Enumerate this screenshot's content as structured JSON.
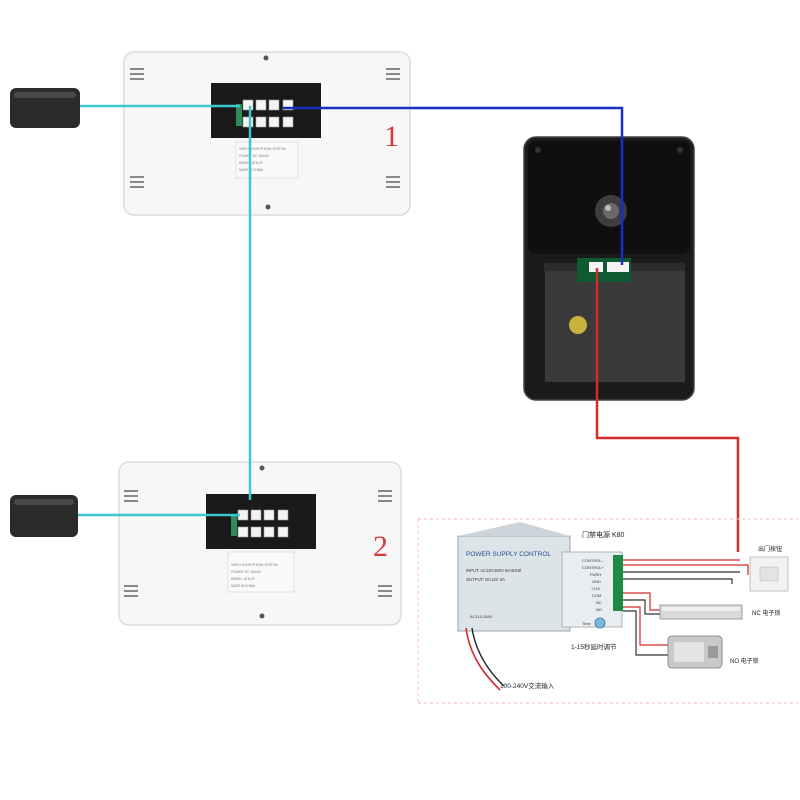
{
  "monitors": [
    {
      "number": "1",
      "label_lines": [
        "VIDEO DOOR PHONE SYSTEM",
        "POWER: DC 15V/2A",
        "MODEL: ATD-07",
        "MADE IN CHINA"
      ]
    },
    {
      "number": "2",
      "label_lines": [
        "VIDEO DOOR PHONE SYSTEM",
        "POWER: DC 15V/2A",
        "MODEL: ATD-07",
        "MADE IN CHINA"
      ]
    }
  ],
  "power_supply": {
    "header": "门禁电源 K80",
    "title": "POWER SUPPLY CONTROL",
    "input": "INPUT: AC110-260V 50-60HZ",
    "output": "OUTPUT: DC12V  3A",
    "voltage_note": "AC110-260V",
    "terminals": [
      "CONTROL-",
      "CONTROL+",
      "PUSH",
      "GND",
      "+12V",
      "COM",
      "NC",
      "NO"
    ],
    "time_label": "Time",
    "delay_note": "1-15秒延时调节",
    "ac_input": "100-240V交流输入"
  },
  "exit_button_label": "出门按钮",
  "nc_lock_label": "NC 电子锁",
  "no_lock_label": "NO 电子锁",
  "colors": {
    "cyan_wire": "#3cc8d2",
    "blue_wire": "#1a2fbf",
    "red_wire": "#d42a2a",
    "number_red": "#d23c3c"
  }
}
